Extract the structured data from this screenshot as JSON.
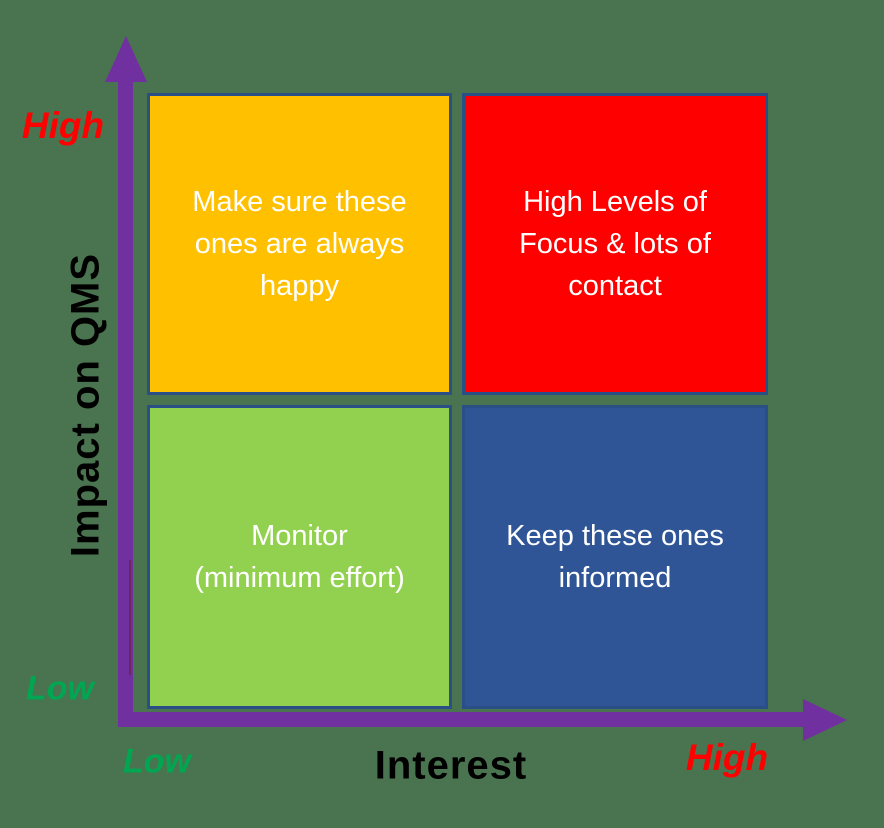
{
  "diagram": {
    "type": "2x2-quadrant-matrix",
    "background_color": "#4A7350",
    "axis_color": "#7030A0",
    "quadrant_border_color": "#2A4E86"
  },
  "quadrants": {
    "top_left": {
      "text": "Make sure these\nones are always\nhappy",
      "fill": "#FFC000",
      "text_color": "#FFFFFF"
    },
    "top_right": {
      "text": "High Levels of\nFocus & lots of\ncontact",
      "fill": "#FF0000",
      "text_color": "#FFFFFF"
    },
    "bottom_left": {
      "text": "Monitor\n(minimum effort)",
      "fill": "#92D050",
      "text_color": "#FFFFFF"
    },
    "bottom_right": {
      "text": "Keep these ones\ninformed",
      "fill": "#2F5597",
      "text_color": "#FFFFFF"
    }
  },
  "y_axis": {
    "title": "Impact on QMS",
    "top_label": "High",
    "bottom_label": "Low"
  },
  "x_axis": {
    "title": "Interest",
    "left_label": "Low",
    "right_label": "High"
  },
  "label_colors": {
    "high": "#FF0000",
    "low": "#00A651",
    "axis_title": "#000000"
  }
}
